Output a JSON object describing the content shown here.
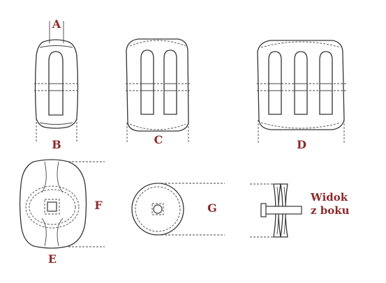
{
  "labels": {
    "a": "A",
    "b": "B",
    "c": "C",
    "d": "D",
    "e": "E",
    "f": "F",
    "g": "G",
    "side_line1": "Widok",
    "side_line2": "z boku"
  },
  "colors": {
    "label": "#8b2a2a",
    "line": "#333333"
  }
}
